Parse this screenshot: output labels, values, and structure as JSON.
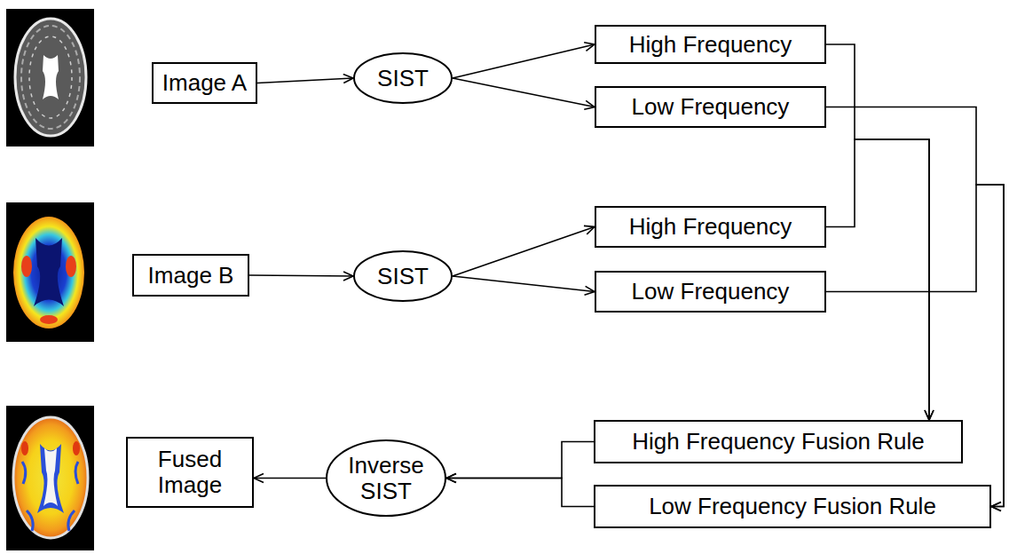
{
  "diagram": {
    "nodes": [
      {
        "text": [
          "Image A"
        ]
      },
      {
        "text": [
          "SIST"
        ]
      },
      {
        "text": [
          "High Frequency"
        ]
      },
      {
        "text": [
          "Low Frequency"
        ]
      },
      {
        "text": [
          "Image B"
        ]
      },
      {
        "text": [
          "SIST"
        ]
      },
      {
        "text": [
          "High Frequency"
        ]
      },
      {
        "text": [
          "Low Frequency"
        ]
      },
      {
        "text": [
          "Fused Image"
        ]
      },
      {
        "text": [
          "Inverse SIST"
        ]
      },
      {
        "text": [
          "High Frequency Fusion Rule"
        ]
      },
      {
        "text": [
          "Low Frequency Fusion Rule"
        ]
      }
    ],
    "edges": [
      {
        "from": 0,
        "to": 1,
        "arrow": "to"
      },
      {
        "from": 1,
        "to": 2,
        "arrow": "to"
      },
      {
        "from": 1,
        "to": 3,
        "arrow": "to"
      },
      {
        "from": 4,
        "to": 5,
        "arrow": "to"
      },
      {
        "from": 5,
        "to": 6,
        "arrow": "to"
      },
      {
        "from": 5,
        "to": 7,
        "arrow": "to"
      },
      {
        "from": 2,
        "to": 10,
        "arrow": "to"
      },
      {
        "from": 6,
        "to": 10,
        "arrow": "to"
      },
      {
        "from": 3,
        "to": 11,
        "arrow": "to"
      },
      {
        "from": 7,
        "to": 11,
        "arrow": "to"
      },
      {
        "from": 10,
        "to": 9,
        "arrow": "to"
      },
      {
        "from": 11,
        "to": 9,
        "arrow": "to"
      },
      {
        "from": 9,
        "to": 8,
        "arrow": "to"
      }
    ]
  }
}
